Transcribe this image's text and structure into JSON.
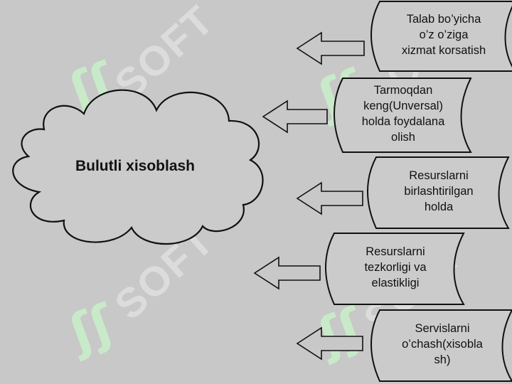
{
  "diagram": {
    "center_title": "Bulutli xisoblash",
    "boxes": [
      {
        "label": "Talab bo’yicha o’z o’ziga xizmat korsatish",
        "lines": [
          "Talab bo’yicha",
          "o’z o’ziga",
          "xizmat korsatish"
        ]
      },
      {
        "label": "Tarmoqdan keng(Unversal) holda foydalana olish",
        "lines": [
          "Tarmoqdan",
          "keng(Unversal)",
          "holda foydalana",
          "olish"
        ]
      },
      {
        "label": "Resurslarni birlashtirilgan holda",
        "lines": [
          "Resurslarni",
          "birlashtirilgan",
          "holda"
        ]
      },
      {
        "label": "Resurslarni tezkorligi va elastikligi",
        "lines": [
          "Resurslarni",
          "tezkorligi va",
          "elastikligi"
        ]
      },
      {
        "label": "Servislarni o’chash(xisobla sh)",
        "lines": [
          "Servislarni",
          "o’chash(xisobla",
          "sh)"
        ]
      }
    ]
  },
  "watermark": {
    "text": "SOFT",
    "color": "#e0e0e0"
  },
  "colors": {
    "background": "#c8c8c8",
    "box_fill": "#cbcbcb",
    "stroke": "#111111",
    "watermark_logo": "#b8f0b8"
  }
}
